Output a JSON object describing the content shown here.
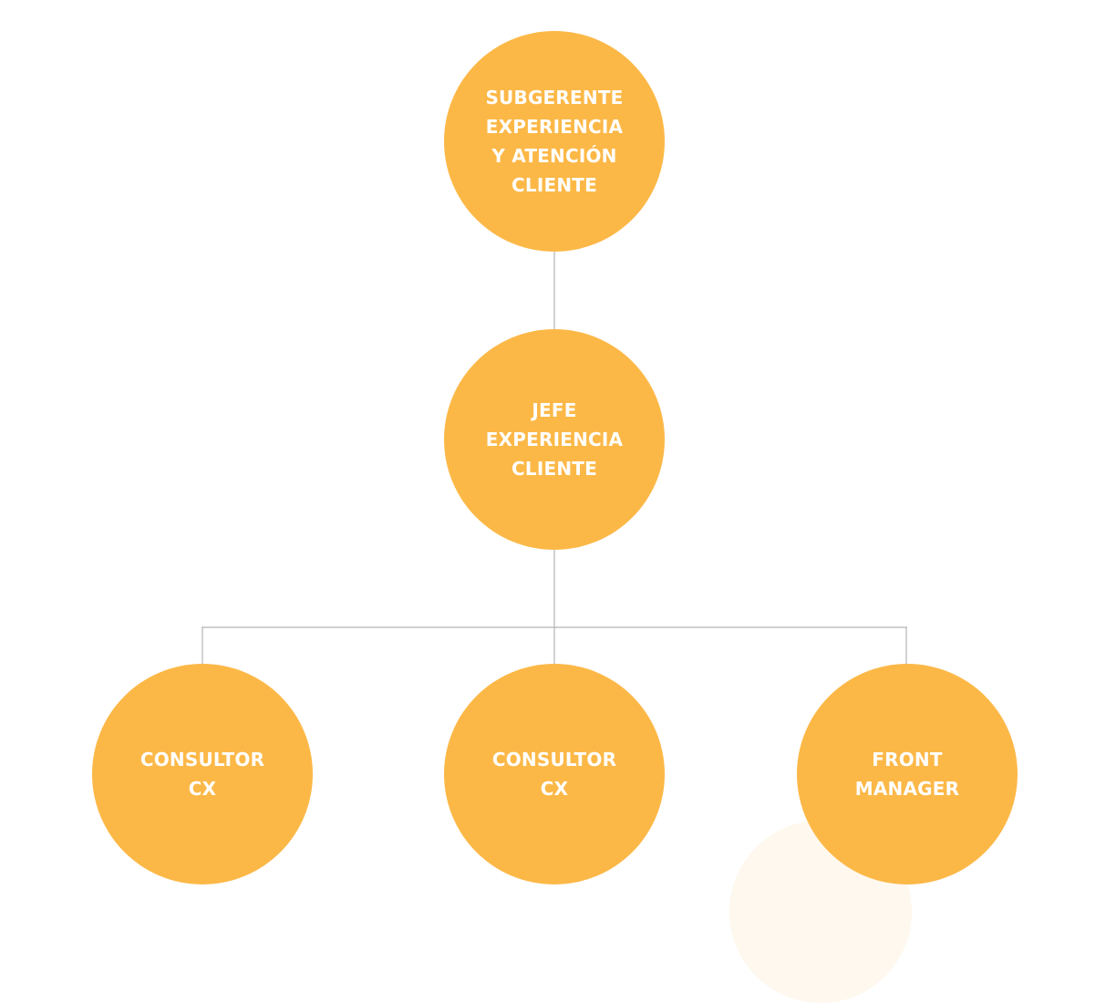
{
  "colors": {
    "node_fill": "#fcb847",
    "node_text": "#ffffff",
    "connector": "#b3b3b3",
    "background": "#ffffff"
  },
  "nodes": {
    "top": "SUBGERENTE\nEXPERIENCIA\nY ATENCIÓN\nCLIENTE",
    "middle": "JEFE\nEXPERIENCIA\nCLIENTE",
    "bottom_left": "CONSULTOR\nCX",
    "bottom_center": "CONSULTOR\nCX",
    "bottom_right": "FRONT\nMANAGER"
  }
}
